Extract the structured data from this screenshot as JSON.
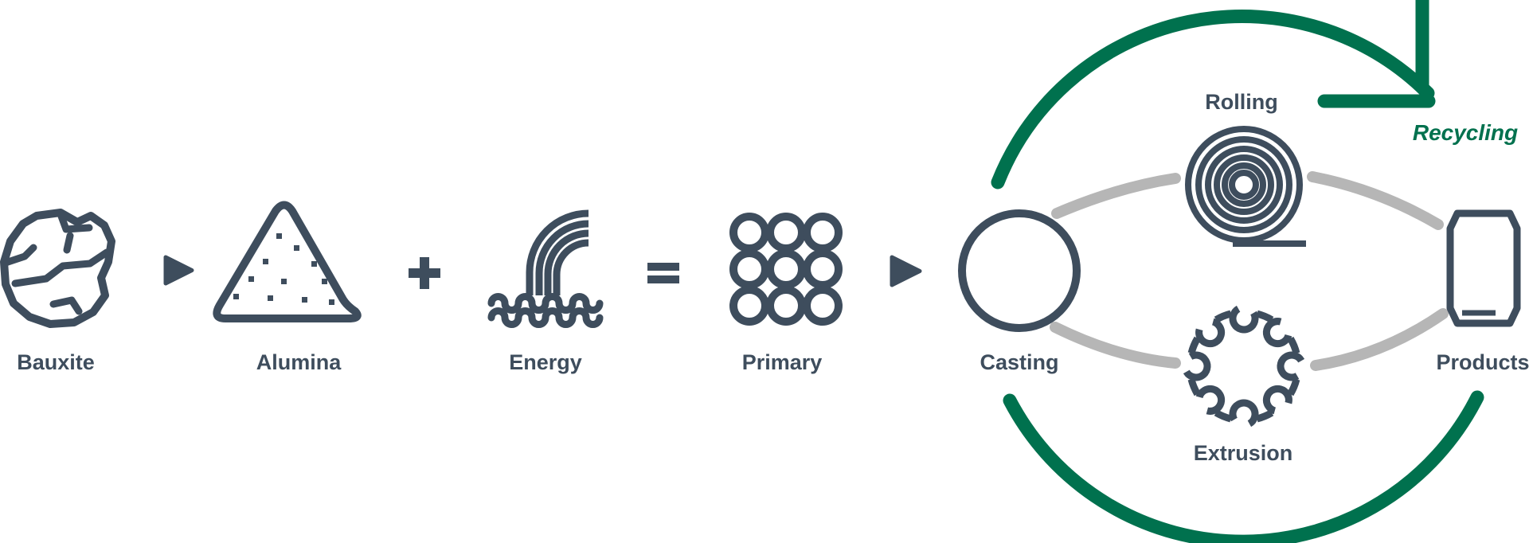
{
  "palette": {
    "dark_slate": "#3e4d5d",
    "recycle_green": "#00714e",
    "connector_gray": "#b6b6b6",
    "background": "#ffffff"
  },
  "flow": {
    "bauxite": {
      "label": "Bauxite",
      "icon": "bauxite-rock-icon"
    },
    "alumina": {
      "label": "Alumina",
      "icon": "alumina-pile-icon"
    },
    "energy": {
      "label": "Energy",
      "icon": "energy-waterfall-icon"
    },
    "primary": {
      "label": "Primary",
      "icon": "primary-billets-icon"
    },
    "casting": {
      "label": "Casting",
      "icon": "casting-circle-icon"
    },
    "operators": {
      "arrow1": "arrow-right-icon",
      "plus": "plus-icon",
      "equals": "equals-icon",
      "arrow2": "arrow-right-icon"
    }
  },
  "cycle": {
    "rolling": {
      "label": "Rolling",
      "icon": "rolling-coil-icon"
    },
    "extrusion": {
      "label": "Extrusion",
      "icon": "extrusion-die-icon"
    },
    "products": {
      "label": "Products",
      "icon": "products-can-icon"
    },
    "recycling": {
      "label": "Recycling",
      "icon": "recycling-loop-arrow-icon"
    }
  }
}
